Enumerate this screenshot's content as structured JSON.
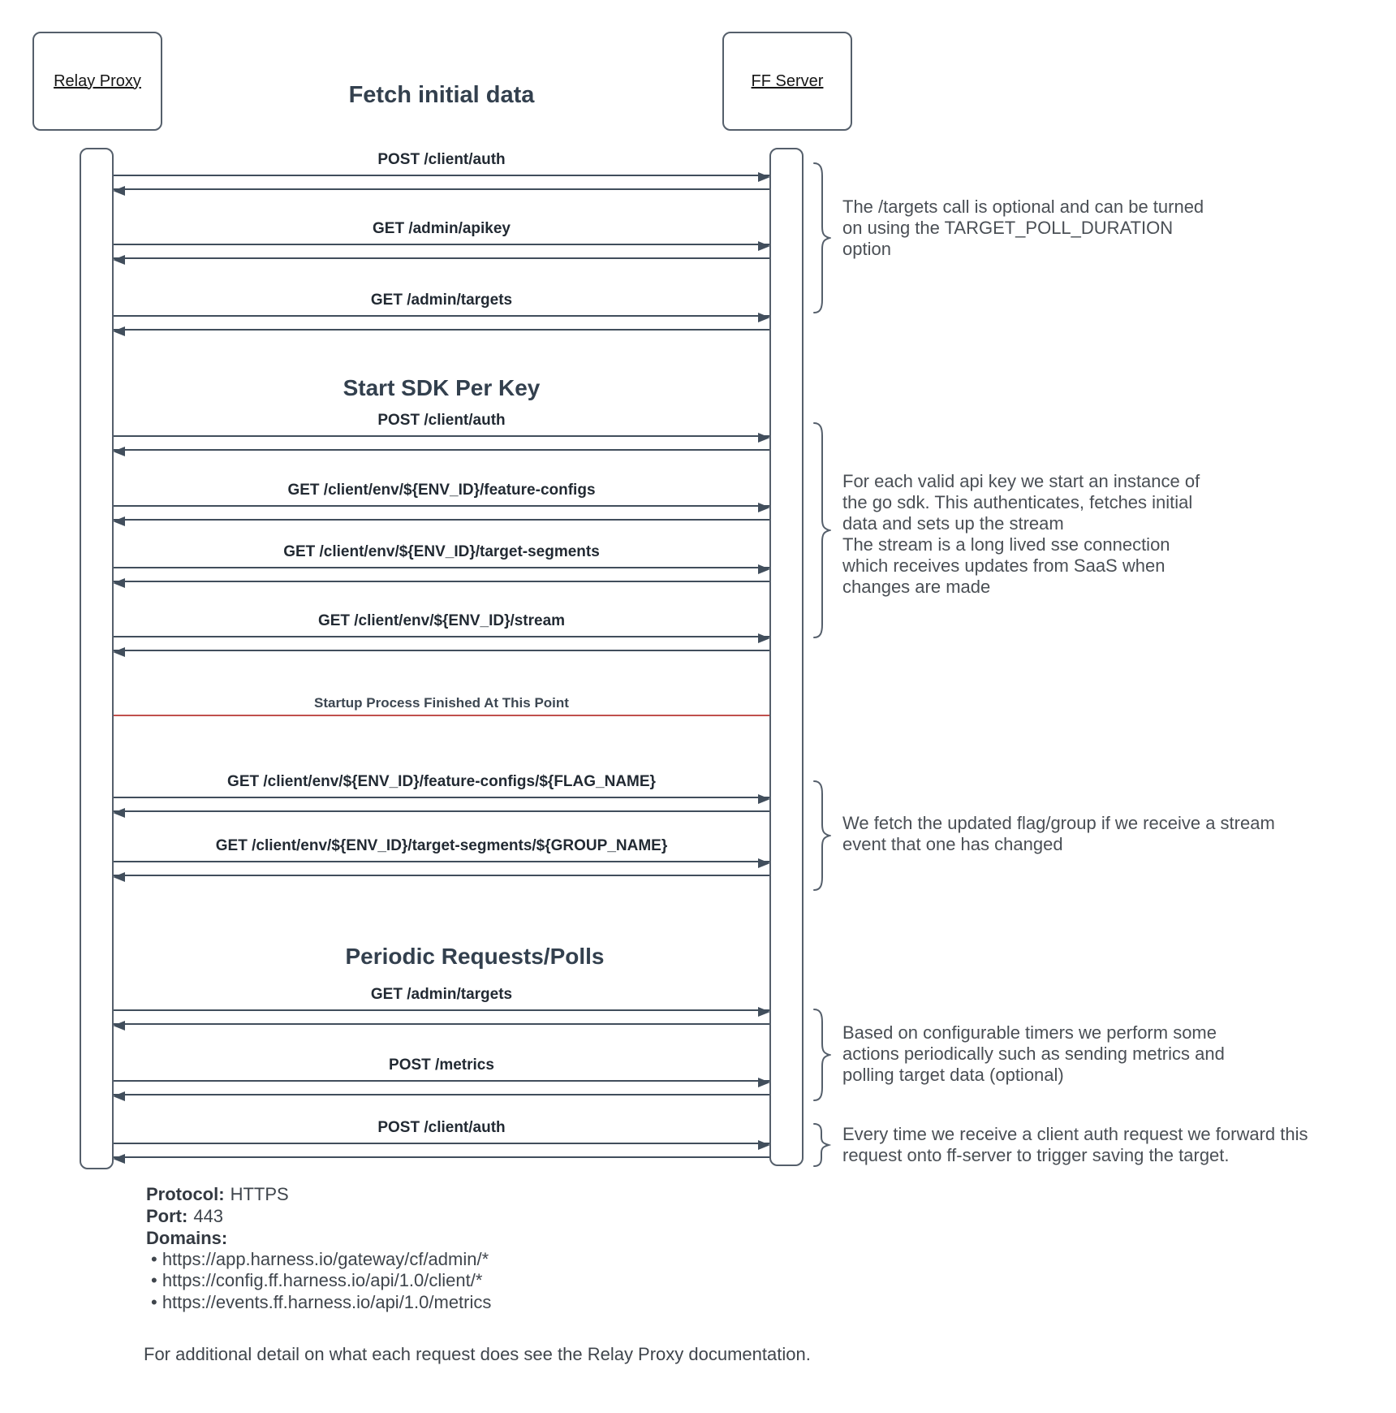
{
  "title": "Fetch initial data",
  "actors": {
    "left": "Relay Proxy",
    "right": "FF Server"
  },
  "sections": {
    "sdk": "Start SDK Per Key",
    "periodic": "Periodic Requests/Polls"
  },
  "separator_label": "Startup Process Finished At This Point",
  "messages": [
    "POST /client/auth",
    "GET /admin/apikey",
    "GET /admin/targets",
    "POST /client/auth",
    "GET /client/env/${ENV_ID}/feature-configs",
    "GET /client/env/${ENV_ID}/target-segments",
    "GET /client/env/${ENV_ID}/stream",
    "GET /client/env/${ENV_ID}/feature-configs/${FLAG_NAME}",
    "GET /client/env/${ENV_ID}/target-segments/${GROUP_NAME}",
    "GET /admin/targets",
    "POST /metrics",
    "POST /client/auth"
  ],
  "annotations": [
    "The /targets call is optional and can be turned\non using the TARGET_POLL_DURATION\noption",
    "For each valid api key we start an instance of\nthe go sdk. This authenticates, fetches initial\ndata and sets up the stream\nThe stream is a long lived sse connection\nwhich receives updates from SaaS when\nchanges are made",
    "We fetch the updated flag/group if we receive a stream\nevent that one has changed",
    "Based on configurable timers we perform some\nactions periodically such as sending metrics and\npolling target data (optional)",
    "Every time we receive a client auth request we forward this\nrequest onto ff-server to trigger saving the target."
  ],
  "footer": {
    "protocol_label": "Protocol:",
    "protocol_value": "HTTPS",
    "port_label": "Port:",
    "port_value": "443",
    "domains_label": "Domains:",
    "domains": [
      "• https://app.harness.io/gateway/cf/admin/*",
      "• https://config.ff.harness.io/api/1.0/client/*",
      "• https://events.ff.harness.io/api/1.0/metrics"
    ],
    "note": "For additional detail on what each request does see the Relay Proxy documentation."
  },
  "colors": {
    "separator_red": "#c0504d",
    "arrow": "#414e5c",
    "border": "#555f6b",
    "heading": "#33404e"
  }
}
